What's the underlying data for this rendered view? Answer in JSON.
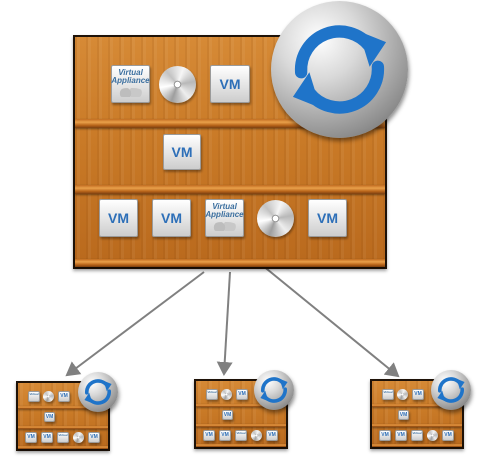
{
  "diagram": {
    "tile_labels": {
      "vm": "VM",
      "virtual_appliance_line1": "Virtual",
      "virtual_appliance_line2": "Appliance"
    },
    "items": {
      "shelf1_row1": [
        "virtual-appliance",
        "disc",
        "vm"
      ],
      "shelf1_row2": [
        "vm"
      ],
      "shelf1_row3": [
        "vm",
        "vm",
        "virtual-appliance",
        "disc",
        "vm"
      ]
    },
    "icons": {
      "sync": "sync-icon",
      "disc": "disc-icon",
      "gears": "gears-icon"
    },
    "colors": {
      "wood": "#c97a27",
      "wood_dark": "#7a3f10",
      "vm_text": "#2d6fb8",
      "sync_blue": "#1f74c9",
      "arrow": "#808080"
    },
    "copies": 3
  }
}
